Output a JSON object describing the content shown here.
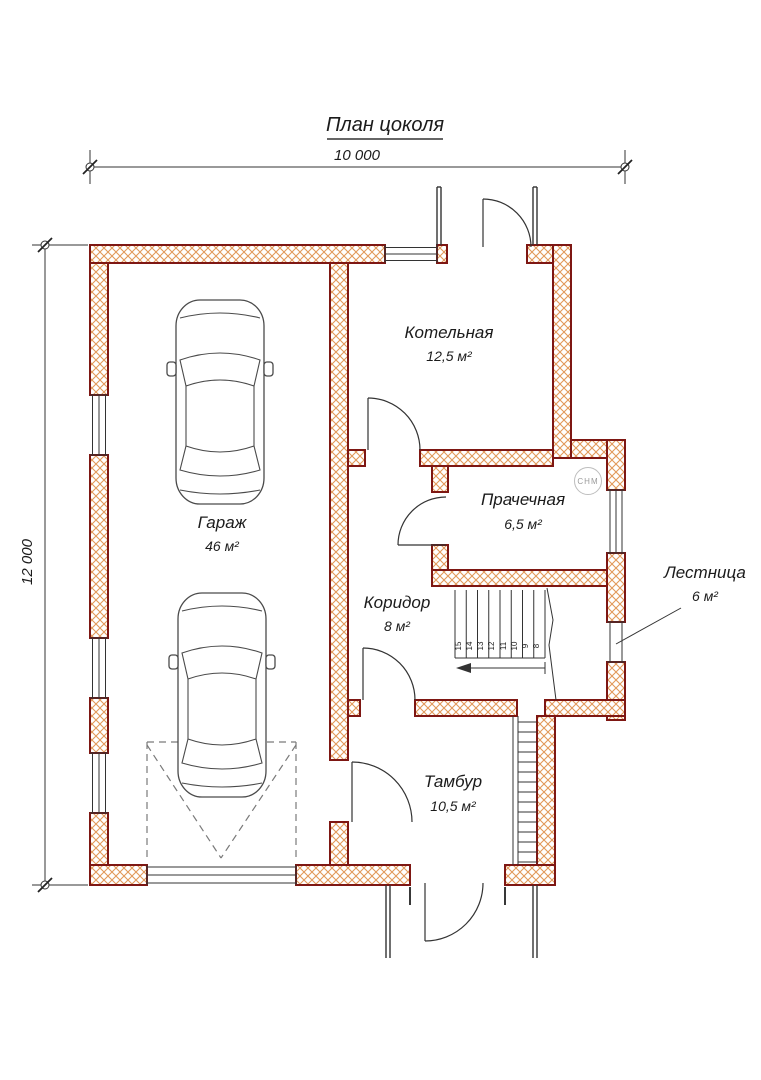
{
  "title": "План цоколя",
  "dimensions": {
    "width": "10 000",
    "height": "12 000"
  },
  "rooms": {
    "boiler": {
      "name": "Котельная",
      "area": "12,5 м²"
    },
    "laundry": {
      "name": "Прачечная",
      "area": "6,5 м²"
    },
    "staircase": {
      "name": "Лестница",
      "area": "6 м²"
    },
    "garage": {
      "name": "Гараж",
      "area": "46 м²"
    },
    "corridor": {
      "name": "Коридор",
      "area": "8 м²"
    },
    "vestibule": {
      "name": "Тамбур",
      "area": "10,5 м²"
    }
  },
  "stairs": {
    "steps": [
      "15",
      "14",
      "13",
      "12",
      "11",
      "10",
      "9",
      "8"
    ]
  },
  "stamp": "СНМ",
  "colors": {
    "wall_outline": "#7e1713",
    "wall_hatch": "#e2995a"
  }
}
